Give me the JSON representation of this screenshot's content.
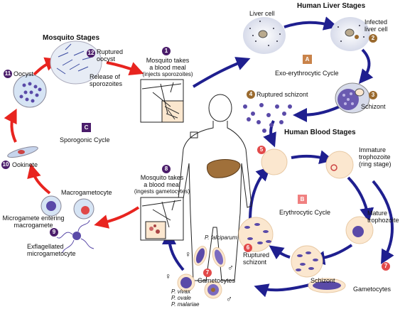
{
  "titles": {
    "mosquito": "Mosquito Stages",
    "liver": "Human Liver Stages",
    "blood": "Human Blood Stages"
  },
  "cycles": {
    "a": {
      "letter": "A",
      "name": "Exo-erythrocytic Cycle",
      "color": "#c9834a"
    },
    "b": {
      "letter": "B",
      "name": "Erythrocytic Cycle",
      "color": "#f08080"
    },
    "c": {
      "letter": "C",
      "name": "Sporogonic Cycle",
      "color": "#4b1d6b"
    }
  },
  "steps": {
    "s1": {
      "n": "1",
      "lines": [
        "Mosquito takes",
        "a blood meal",
        "(injects sporozoites)"
      ]
    },
    "s2": {
      "n": "2",
      "lines": [
        "Infected",
        "liver cell"
      ]
    },
    "s3": {
      "n": "3",
      "lines": [
        "Schizont"
      ]
    },
    "s4": {
      "n": "4",
      "lines": [
        "Ruptured schizont"
      ]
    },
    "s5": {
      "n": "5"
    },
    "s6": {
      "n": "6",
      "lines": [
        "Ruptured",
        "schizont"
      ]
    },
    "s7a": {
      "n": "7"
    },
    "s7b": {
      "n": "7"
    },
    "s8": {
      "n": "8",
      "lines": [
        "Mosquito takes",
        "a blood meal",
        "(ingests gametocytes)"
      ]
    },
    "s9": {
      "n": "9"
    },
    "s10": {
      "n": "10",
      "lines": [
        "Ookinete"
      ]
    },
    "s11": {
      "n": "11",
      "lines": [
        "Oocyst"
      ]
    },
    "s12": {
      "n": "12",
      "lines": [
        "Ruptured",
        "oocyst"
      ]
    }
  },
  "labels": {
    "liver_cell": "Liver cell",
    "release": [
      "Release of",
      "sporozoites"
    ],
    "immature": [
      "Immature",
      "trophozoite",
      "(ring stage)"
    ],
    "mature": [
      "Mature",
      "trophozoite"
    ],
    "schizont_blood": "Schizont",
    "gametocytes_blood": "Gametocytes",
    "gametocytes_center": "Gametocytes",
    "macrogametocyte": "Macrogametocyte",
    "microgamete": [
      "Microgamete entering",
      "macrogamete"
    ],
    "exflagellated": [
      "Exflagellated",
      "microgametocyte"
    ],
    "p_falciparum": "P. falciparum",
    "p_others": [
      "P. vivax",
      "P. ovale",
      "P. malariae"
    ],
    "female_symbol": "♀",
    "male_symbol": "♂"
  },
  "colors": {
    "blue_arrow": "#1f1f8f",
    "red_arrow": "#e8241f",
    "cell_fill": "#fbe7cf",
    "parasite": "#4a3aa0",
    "liver_organ": "#a0703a"
  }
}
